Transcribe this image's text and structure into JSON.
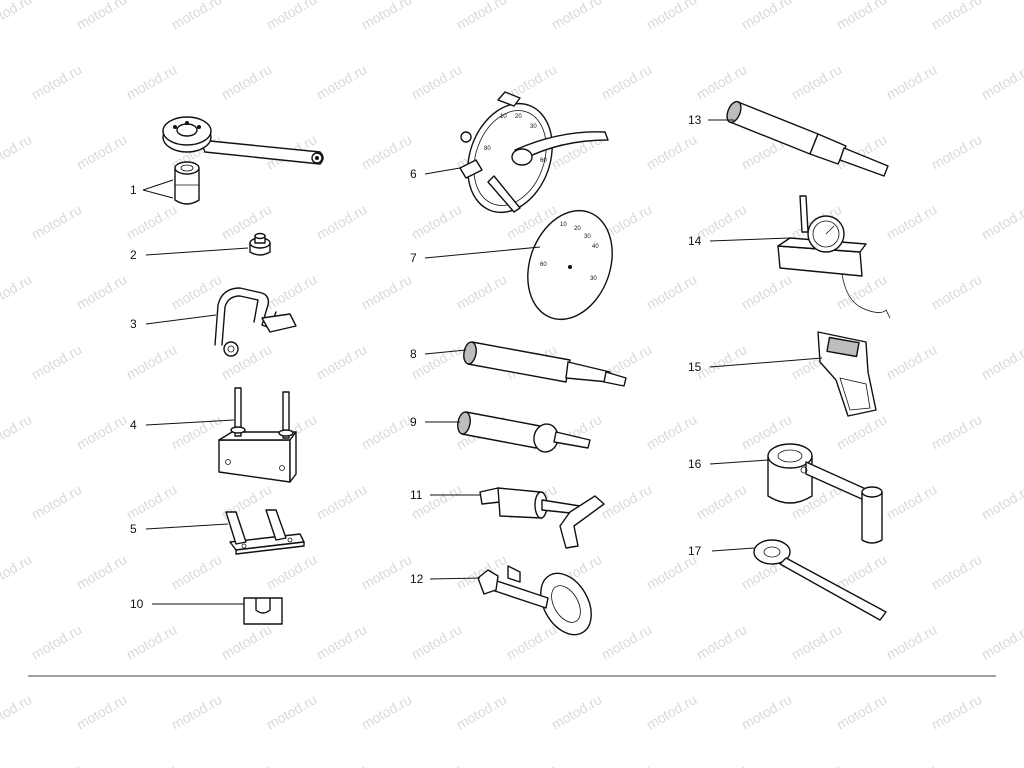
{
  "watermark": "motod.ru",
  "parts": [
    {
      "num": "1"
    },
    {
      "num": "2"
    },
    {
      "num": "3"
    },
    {
      "num": "4"
    },
    {
      "num": "5"
    },
    {
      "num": "10"
    },
    {
      "num": "6"
    },
    {
      "num": "7"
    },
    {
      "num": "8"
    },
    {
      "num": "9"
    },
    {
      "num": "11"
    },
    {
      "num": "12"
    },
    {
      "num": "13"
    },
    {
      "num": "14"
    },
    {
      "num": "15"
    },
    {
      "num": "16"
    },
    {
      "num": "17"
    }
  ]
}
